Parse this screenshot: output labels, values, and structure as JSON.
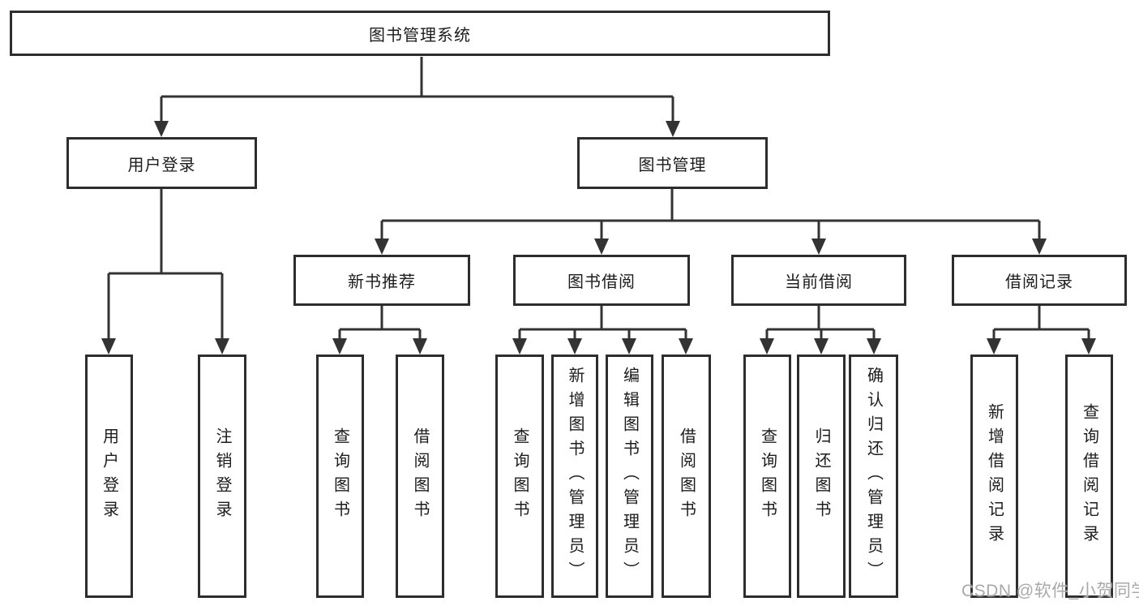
{
  "diagram_title": "图书管理系统",
  "tree": {
    "root": {
      "label": "图书管理系统"
    },
    "branches": [
      {
        "label": "用户登录",
        "children": [
          {
            "label": "用户登录"
          },
          {
            "label": "注销登录"
          }
        ]
      },
      {
        "label": "图书管理",
        "children": [
          {
            "label": "新书推荐",
            "children": [
              {
                "label": "查询图书"
              },
              {
                "label": "借阅图书"
              }
            ]
          },
          {
            "label": "图书借阅",
            "children": [
              {
                "label": "查询图书"
              },
              {
                "label": "新增图书（管理员）"
              },
              {
                "label": "编辑图书（管理员）"
              },
              {
                "label": "借阅图书"
              }
            ]
          },
          {
            "label": "当前借阅",
            "children": [
              {
                "label": "查询图书"
              },
              {
                "label": "归还图书"
              },
              {
                "label": "确认归还（管理员）"
              }
            ]
          },
          {
            "label": "借阅记录",
            "children": [
              {
                "label": "新增借阅记录"
              },
              {
                "label": "查询借阅记录"
              }
            ]
          }
        ]
      }
    ]
  },
  "watermark": {
    "text": "CSDN @软件_小贺同学"
  },
  "colors": {
    "background": "#ffffff",
    "line": "#333333",
    "box_border": "#2d2d2d",
    "box_fill": "#ffffff",
    "text": "#1c1c1c",
    "watermark": "#a9a9a9"
  }
}
